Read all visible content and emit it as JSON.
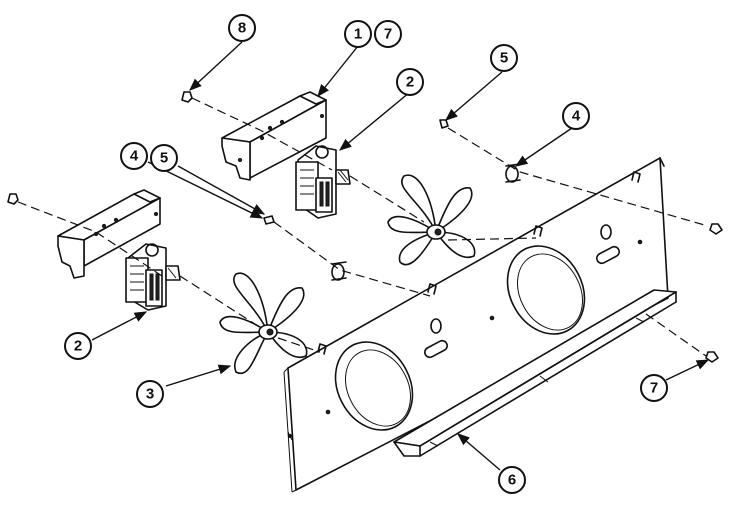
{
  "callouts": {
    "c8": "8",
    "c1": "1",
    "c7a": "7",
    "c2a": "2",
    "c5a": "5",
    "c4a": "4",
    "c4b": "4",
    "c5b": "5",
    "c2b": "2",
    "c3": "3",
    "c7b": "7",
    "c6": "6"
  },
  "colors": {
    "line": "#111111",
    "background": "#ffffff"
  }
}
